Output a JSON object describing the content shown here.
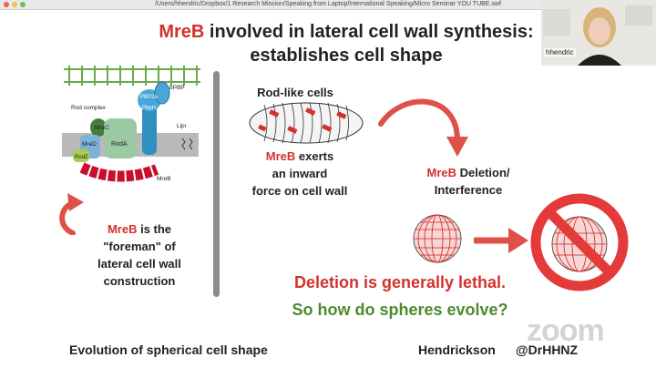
{
  "window": {
    "path": "/Users/hhendric/Dropbox/1 Research Mission/Speaking from Laptop/International Speaking/Micro Seminar YOU TUBE.swf"
  },
  "slide": {
    "title_highlight": "MreB",
    "title_rest": " involved in lateral cell wall synthesis:",
    "title_line2": "establishes cell shape",
    "diagram": {
      "labels": {
        "rod_complex": "Rod complex",
        "mrec": "MreC",
        "mred": "MreD",
        "roda": "RodA",
        "rodz": "RodZ",
        "pbp2a": "PBP2a",
        "pbph": "PbpH",
        "bpbp": "bPBP",
        "lipid": "Lipi",
        "mreb": "MreB"
      }
    },
    "left_caption": {
      "mreb": "MreB",
      "line1_rest": " is the",
      "line2": "\"foreman\" of",
      "line3": "lateral cell wall",
      "line4": "construction"
    },
    "rod_like": "Rod-like cells",
    "mreb_exerts": {
      "mreb": "MreB",
      "line1_rest": " exerts",
      "line2": "an inward",
      "line3": "force on cell wall"
    },
    "deletion_label": {
      "mreb": "MreB",
      "line1_rest": " Deletion/",
      "line2": "Interference"
    },
    "deletion_lethal": "Deletion is generally lethal.",
    "spheres_question": "So how do spheres evolve?",
    "footer_left": "Evolution of spherical cell shape",
    "footer_author": "Hendrickson",
    "footer_handle": "@DrHHNZ"
  },
  "webcam": {
    "name": "hhendric"
  },
  "watermark": "zoom",
  "colors": {
    "accent_red": "#d2322d",
    "accent_green": "#4d8a2e",
    "divider": "#8c8c8c"
  }
}
